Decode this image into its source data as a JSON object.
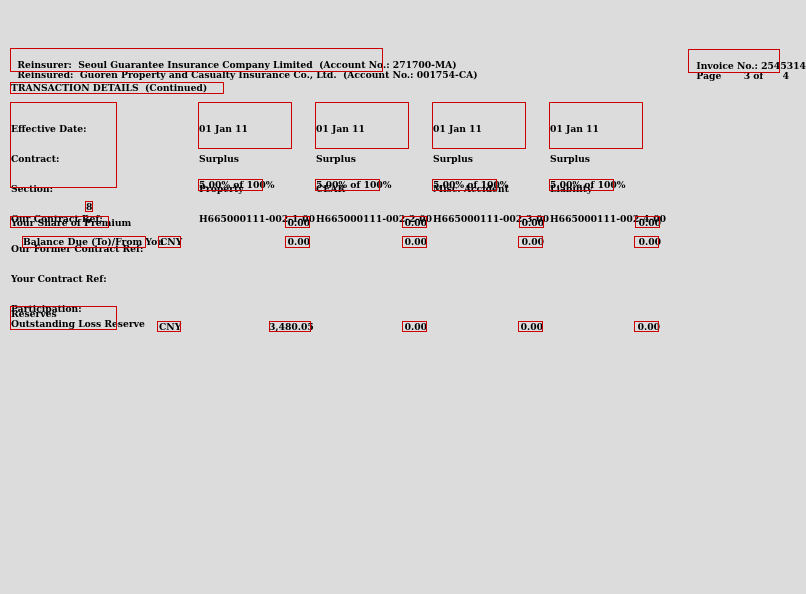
{
  "header": {
    "reinsurer_label": "Reinsurer:",
    "reinsurer_value": "Seoul Guarantee Insurance Company Limited  (Account No.: 271700-MA)",
    "reinsured_label": "Reinsured:",
    "reinsured_value": "Guoren Property and Casualty Insurance Co., Ltd.  (Account No.: 001754-CA)",
    "invoice_label": "Invoice No.:",
    "invoice_value": "2545314",
    "page_label": "Page",
    "page_num": "3",
    "page_of": "of",
    "page_total": "4"
  },
  "section_title": "TRANSACTION DETAILS  (Continued)",
  "detail_labels": [
    "Effective Date:",
    "Contract:",
    "Section:",
    "Our Contract Ref:",
    "Our Former Contract Ref:",
    "Your Contract Ref:",
    "Participation:"
  ],
  "columns": [
    {
      "date": "01 Jan 11",
      "contract": "Surplus",
      "section": "Property",
      "ref": "H665000111-002-1-00",
      "participation": "5.00% of 100%"
    },
    {
      "date": "01 Jan 11",
      "contract": "Surplus",
      "section": "CEAR",
      "ref": "H665000111-002-2-00",
      "participation": "5.00% of 100%"
    },
    {
      "date": "01 Jan 11",
      "contract": "Surplus",
      "section": "Misc. Accident",
      "ref": "H665000111-002-3-00",
      "participation": "5.00% of 100%"
    },
    {
      "date": "01 Jan 11",
      "contract": "Surplus",
      "section": "Liability",
      "ref": "H665000111-002-4-00",
      "participation": "5.00% of 100%"
    }
  ],
  "marker": "8",
  "premium": {
    "label": "Your Share of Premium",
    "values": [
      "0.00",
      "0.00",
      "0.00",
      "0.00"
    ]
  },
  "balance": {
    "label": "Balance Due (To)/From You",
    "currency": "CNY",
    "values": [
      "0.00",
      "0.00",
      "0.00",
      "0.00"
    ]
  },
  "reserves": {
    "heading": "Reserves",
    "label": "Outstanding Loss Reserve",
    "currency": "CNY",
    "values": [
      "3,480.05",
      "0.00",
      "0.00",
      "0.00"
    ]
  }
}
